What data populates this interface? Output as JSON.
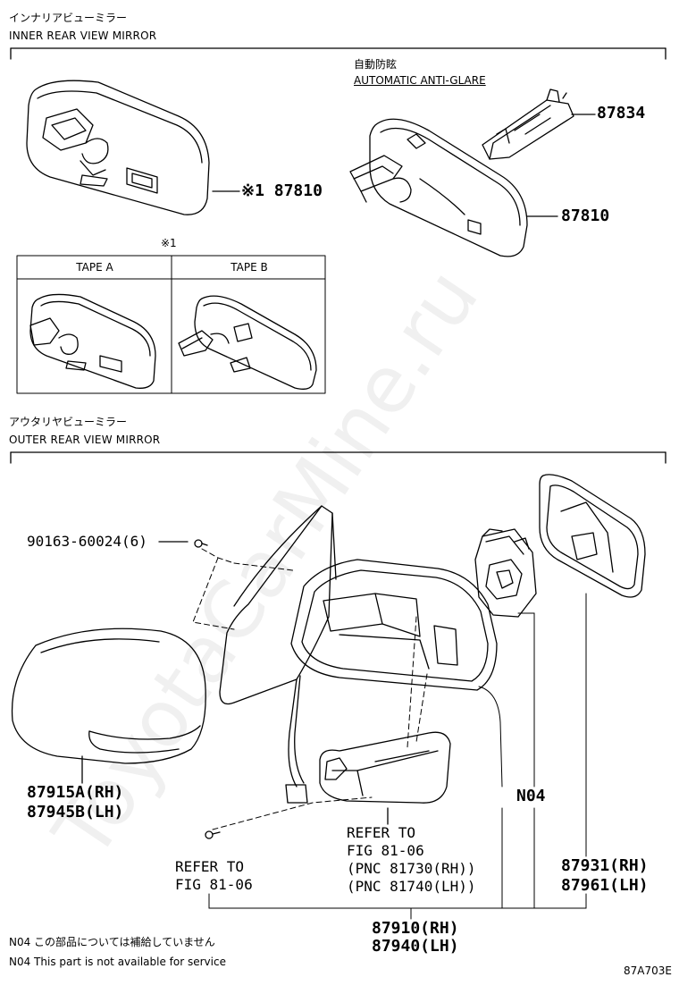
{
  "inner_section": {
    "title_jp": "インナリアビューミラー",
    "title_en": "INNER REAR VIEW MIRROR"
  },
  "auto_antiglare": {
    "label_jp": "自動防眩",
    "label_en": "AUTOMATIC ANTI-GLARE"
  },
  "tape_note_marker": "※1",
  "tape_table": {
    "col_a": "TAPE A",
    "col_b": "TAPE B"
  },
  "outer_section": {
    "title_jp": "アウタリヤビューミラー",
    "title_en": "OUTER REAR VIEW MIRROR"
  },
  "parts": {
    "inner_mirror": "※1 87810",
    "antiglare_mirror": "87810",
    "bracket": "87834",
    "screw": "90163-60024(6)",
    "cover_rh": "87915A(RH)",
    "cover_lh": "87945B(LH)",
    "n04": "N04",
    "glass_rh": "87931(RH)",
    "glass_lh": "87961(LH)",
    "assy_rh": "87910(RH)",
    "assy_lh": "87940(LH)"
  },
  "refer_left": {
    "line1": "REFER TO",
    "line2": "FIG 81-06"
  },
  "refer_center": {
    "line1": "REFER TO",
    "line2": "FIG 81-06",
    "line3": "(PNC 81730(RH))",
    "line4": "(PNC 81740(LH))"
  },
  "notes": {
    "jp": "N04 この部品については補給していません",
    "en": "N04 This part is not available for service"
  },
  "diagram_code": "87A703E",
  "watermark": "ToyotaCarMine.ru"
}
